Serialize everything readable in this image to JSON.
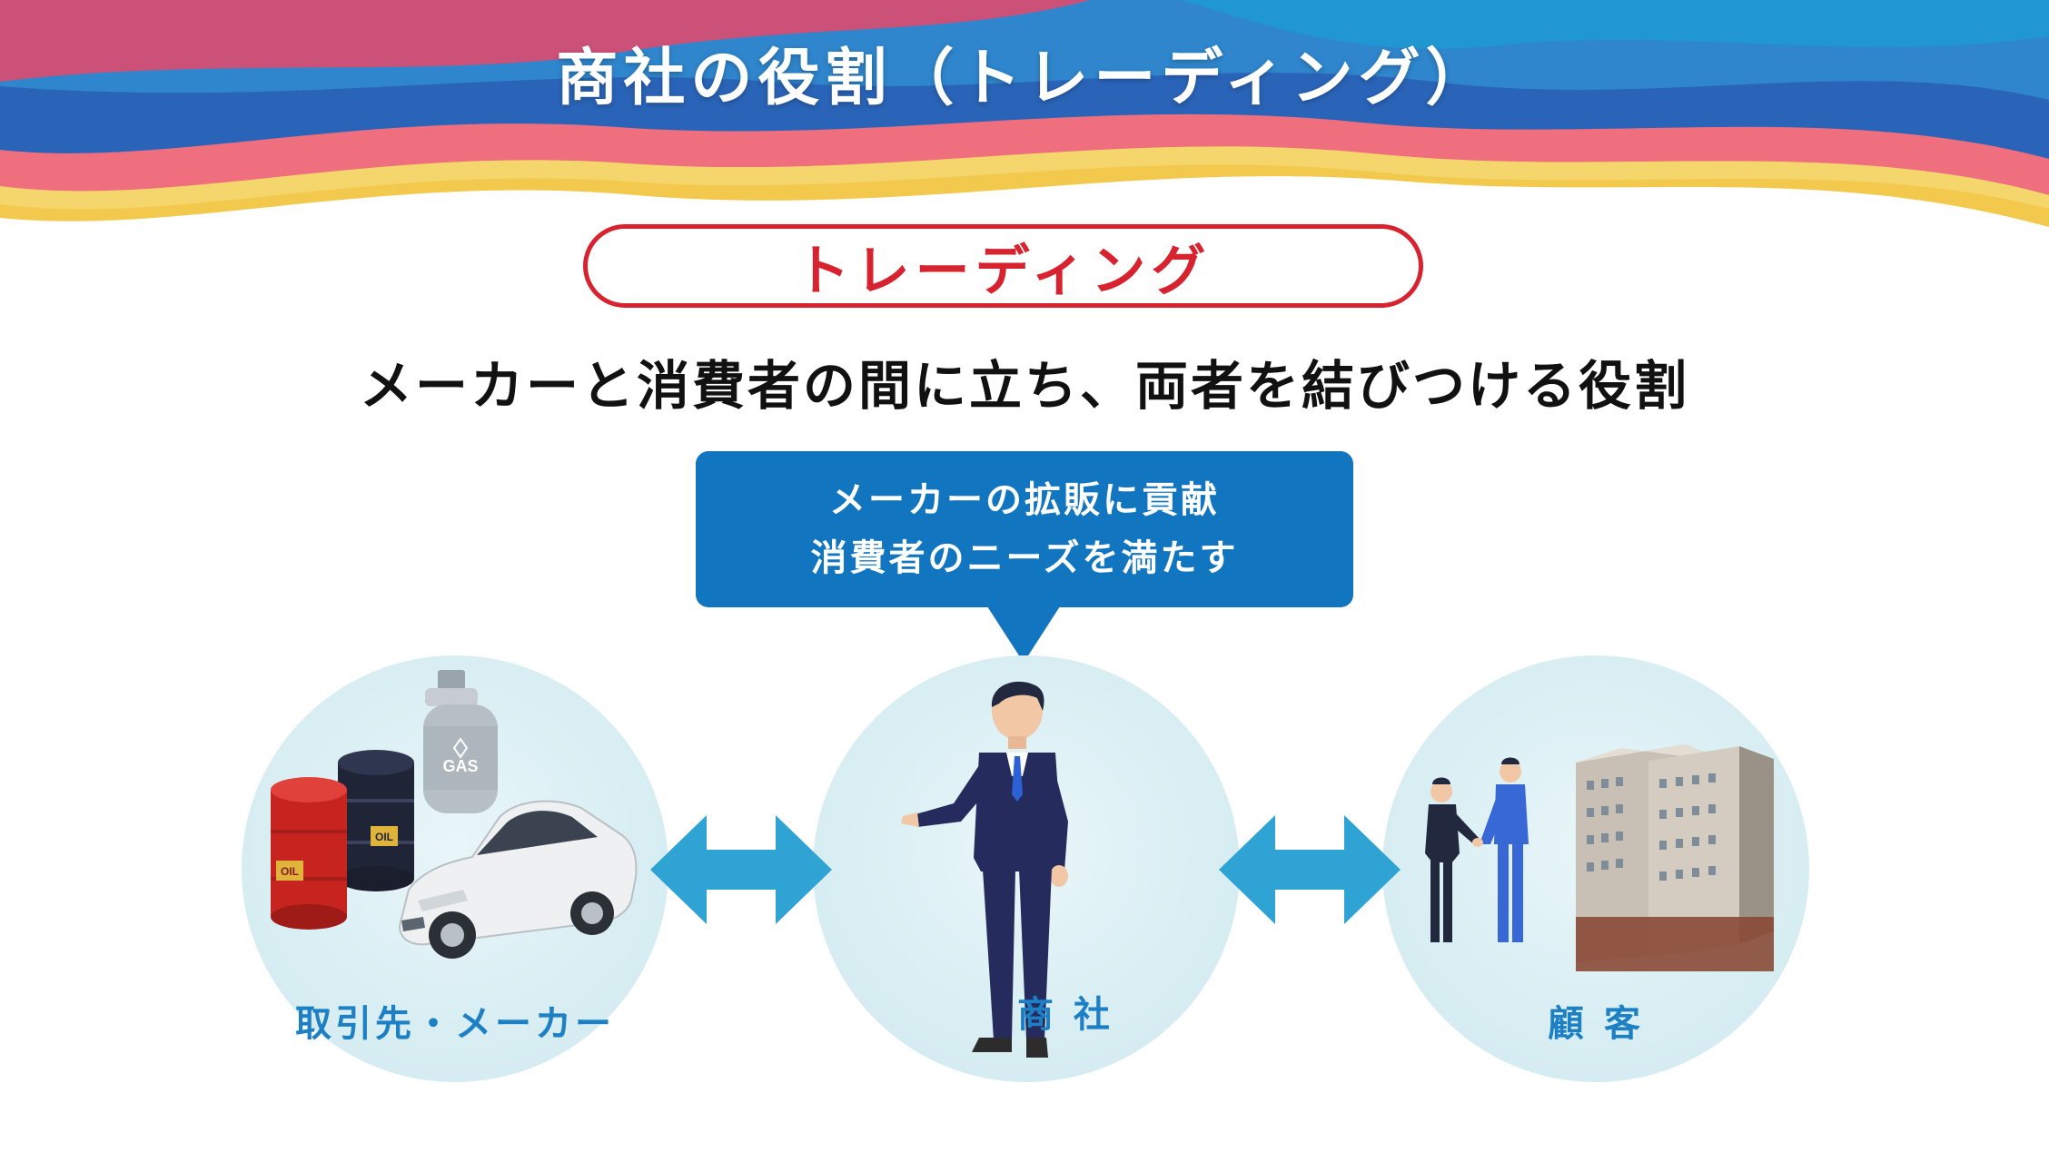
{
  "slide": {
    "title": "商社の役割（トレーディング）",
    "pill_label": "トレーディング",
    "subtitle": "メーカーと消費者の間に立ち、両者を結びつける役割"
  },
  "callout": {
    "line1": "メーカーの拡販に貢献",
    "line2": "消費者のニーズを満たす"
  },
  "nodes": [
    {
      "label": "取引先・メーカー",
      "illustration": "oil-drums-gas-cylinder-car"
    },
    {
      "label": "商 社",
      "illustration": "businessman-gesturing"
    },
    {
      "label": "顧 客",
      "illustration": "handshake-office-building"
    }
  ],
  "illustration_text": {
    "gas_cylinder": "GAS",
    "drum": "OIL"
  },
  "colors": {
    "accent_red": "#d7232f",
    "callout_blue": "#1275bf",
    "label_blue": "#1d7fc4",
    "arrow_blue": "#2ea3d4"
  }
}
